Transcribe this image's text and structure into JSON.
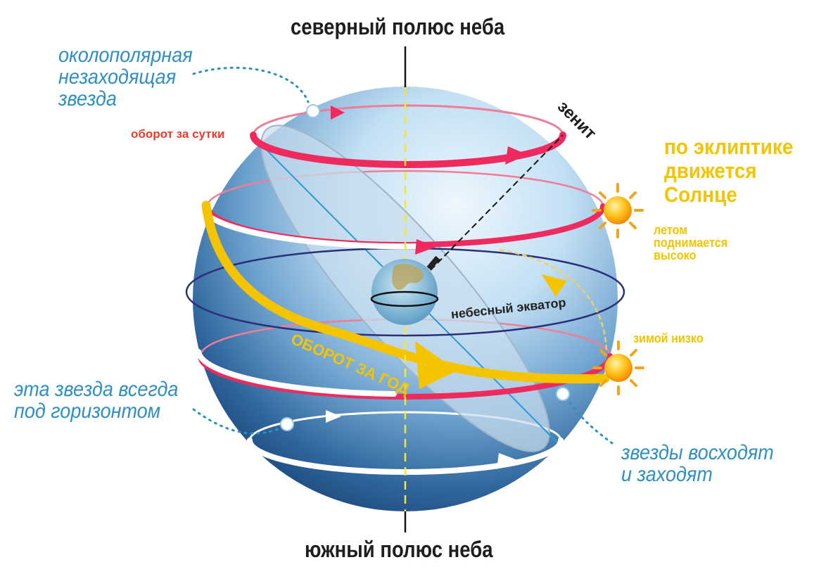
{
  "labels": {
    "north_pole": "северный полюс неба",
    "south_pole": "южный полюс неба",
    "circumpolar_star": [
      "околополярная",
      "незаходящая",
      "звезда"
    ],
    "daily_rotation": "оборот за сутки",
    "zenith": "зенит",
    "ecliptic_sun": [
      "по эклиптике",
      "движется",
      "Солнце"
    ],
    "summer_high": [
      "летом",
      "поднимается",
      "высоко"
    ],
    "celestial_equator": "небесный экватор",
    "winter_low": "зимой низко",
    "yearly_rotation": "ОБОРОТ ЗА ГОД",
    "never_rising_star": [
      "эта звезда всегда",
      "под горизонтом"
    ],
    "rise_set_stars": [
      "звезды восходят",
      "и заходят"
    ]
  },
  "colors": {
    "sphere_light": "#dff0fb",
    "sphere_dark": "#1f4f86",
    "ecliptic_yellow": "#f5c400",
    "daily_red": "#ee2a5e",
    "equator_navy": "#2b2f7a",
    "annotation_blue": "#2e8fc0",
    "daily_label_red": "#ef3b2c"
  }
}
